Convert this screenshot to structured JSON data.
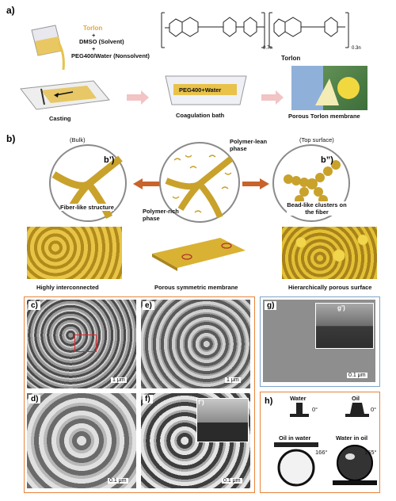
{
  "panel_a": {
    "label": "a)",
    "torlon_word": "Torlon",
    "plus1": "+",
    "dmso": "DMSO (Solvent)",
    "plus2": "+",
    "peg_water": "PEG400/Water (Nonsolvent)",
    "casting": "Casting",
    "bath_text": "PEG400+Water",
    "coagulation_bath": "Coagulation bath",
    "porous_membrane": "Porous Torlon membrane",
    "structure_name": "Torlon",
    "sub_07": "0.7n",
    "sub_03": "0.3n"
  },
  "panel_b": {
    "label": "b)",
    "bulk": "(Bulk)",
    "top_surface": "(Top surface)",
    "b_prime": "b’)",
    "b_dprime": "b”)",
    "fiber_like": "Fiber-like structure",
    "polymer_lean": "Polymer-lean phase",
    "polymer_rich": "Polymer-rich phase",
    "bead_like": "Bead-like clusters on the fiber",
    "highly_interconnected": "Highly interconnected",
    "porous_symmetric": "Porous symmetric membrane",
    "hier_porous": "Hierarchically porous surface"
  },
  "sem": {
    "c": {
      "label": "c)",
      "scale": "1 μm"
    },
    "d": {
      "label": "d)",
      "scale": "0.1 μm"
    },
    "e": {
      "label": "e)",
      "scale": "1 μm"
    },
    "f": {
      "label": "f)",
      "scale": "0.1 μm",
      "inset": "f’)"
    },
    "g": {
      "label": "g)",
      "scale": "0.1 μm",
      "inset": "g’)"
    }
  },
  "panel_h": {
    "label": "h)",
    "water": "Water",
    "oil": "Oil",
    "angle_water": "0°",
    "angle_oil": "0°",
    "oil_in_water": "Oil in water",
    "water_in_oil": "Water in oil",
    "angle_oiw": "166°",
    "angle_wio": "165°"
  },
  "colors": {
    "accent_orange": "#e8833a",
    "membrane_yellow": "#d9b233",
    "arrow_pink": "#f2c4c4",
    "panel_blue_border": "#7fa3c8",
    "gray_box": "#bdbdbd"
  }
}
